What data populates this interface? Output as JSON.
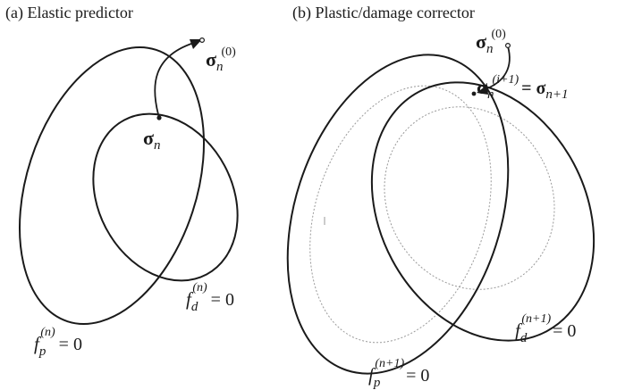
{
  "panel_a": {
    "title": "(a) Elastic predictor",
    "sigma_n": {
      "sym": "σ",
      "sub": "n"
    },
    "sigma_n0": {
      "sym": "σ",
      "sub": "n",
      "sup": "(0)"
    },
    "fd": {
      "f": "f",
      "sub": "d",
      "sup": "(n)",
      "eq": "= 0"
    },
    "fp": {
      "f": "f",
      "sub": "p",
      "sup": "(n)",
      "eq": "= 0"
    }
  },
  "panel_b": {
    "title": "(b) Plastic/damage corrector",
    "sigma_n0": {
      "sym": "σ",
      "sub": "n",
      "sup": "(0)"
    },
    "sigma_update": {
      "sym": "σ",
      "sub": "n",
      "sup": "(i+1)",
      "eq": "= σ",
      "rhs_sub": "n+1"
    },
    "fd": {
      "f": "f",
      "sub": "d",
      "sup": "(n+1)",
      "eq": "= 0"
    },
    "fp": {
      "f": "f",
      "sub": "p",
      "sup": "(n+1)",
      "eq": "= 0"
    }
  },
  "colors": {
    "ink": "#1a1a1a",
    "faint": "#9a9a9a"
  }
}
